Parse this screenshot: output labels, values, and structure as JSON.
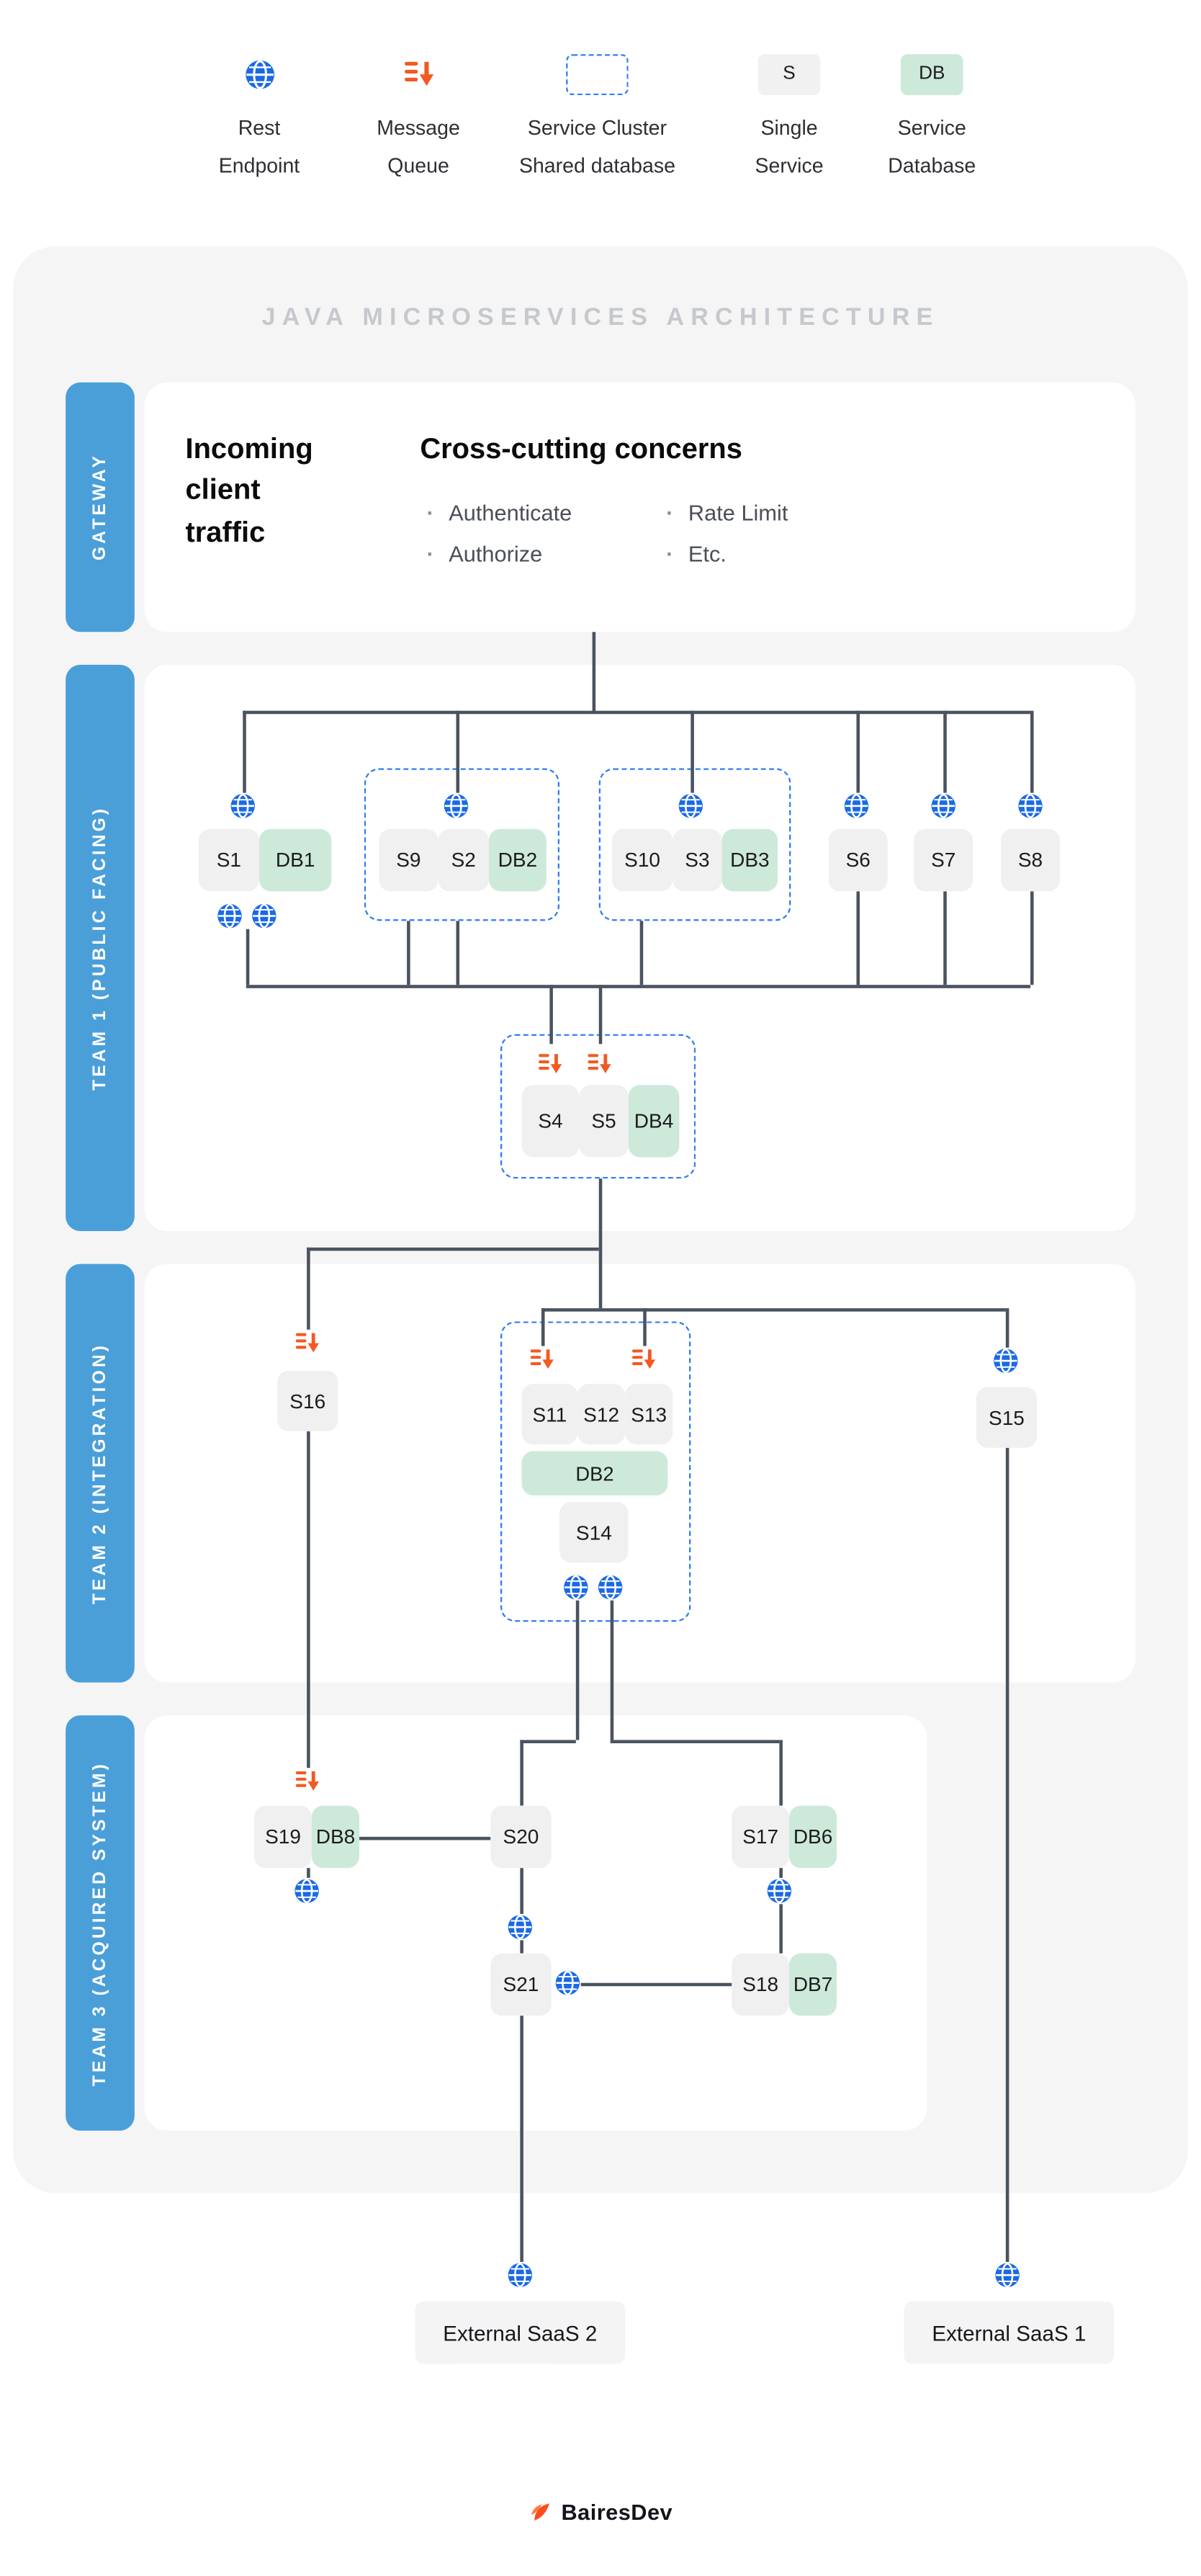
{
  "legend": {
    "items": [
      {
        "icon": "rest-endpoint-icon",
        "line1": "Rest",
        "line2": "Endpoint"
      },
      {
        "icon": "message-queue-icon",
        "line1": "Message",
        "line2": "Queue"
      },
      {
        "icon": "service-cluster-icon",
        "line1": "Service Cluster",
        "line2": "Shared database"
      },
      {
        "icon": "single-service-icon",
        "icon_label": "S",
        "line1": "Single",
        "line2": "Service"
      },
      {
        "icon": "service-database-icon",
        "icon_label": "DB",
        "line1": "Service",
        "line2": "Database"
      }
    ]
  },
  "diagram": {
    "title": "JAVA MICROSERVICES ARCHITECTURE",
    "gateway": {
      "label": "GATEWAY",
      "traffic_heading": "Incoming client traffic",
      "concerns_heading": "Cross-cutting concerns",
      "bullets_col1": [
        "Authenticate",
        "Authorize"
      ],
      "bullets_col2": [
        "Rate Limit",
        "Etc."
      ]
    },
    "team1": {
      "label": "TEAM 1 (PUBLIC FACING)"
    },
    "team2": {
      "label": "TEAM 2 (INTEGRATION)"
    },
    "team3": {
      "label": "TEAM 3 (ACQUIRED SYSTEM)"
    }
  },
  "nodes": {
    "s1": "S1",
    "s2": "S2",
    "s3": "S3",
    "s4": "S4",
    "s5": "S5",
    "s6": "S6",
    "s7": "S7",
    "s8": "S8",
    "s9": "S9",
    "s10": "S10",
    "s11": "S11",
    "s12": "S12",
    "s13": "S13",
    "s14": "S14",
    "s15": "S15",
    "s16": "S16",
    "s17": "S17",
    "s18": "S18",
    "s19": "S19",
    "s20": "S20",
    "s21": "S21",
    "db1": "DB1",
    "db2": "DB2",
    "db3": "DB3",
    "db4": "DB4",
    "db6": "DB6",
    "db7": "DB7",
    "db8": "DB8"
  },
  "external": {
    "saas1": "External SaaS 1",
    "saas2": "External SaaS 2"
  },
  "footer": {
    "brand": "BairesDev"
  },
  "colors": {
    "bar_blue": "#4A9FD9",
    "cluster_blue": "#2E7CF7",
    "globe_blue": "#1B6AE5",
    "mq_orange": "#F25A22",
    "db_green": "#CDE9DA",
    "service_gray": "#F0F0F1",
    "line": "#4A5360"
  }
}
